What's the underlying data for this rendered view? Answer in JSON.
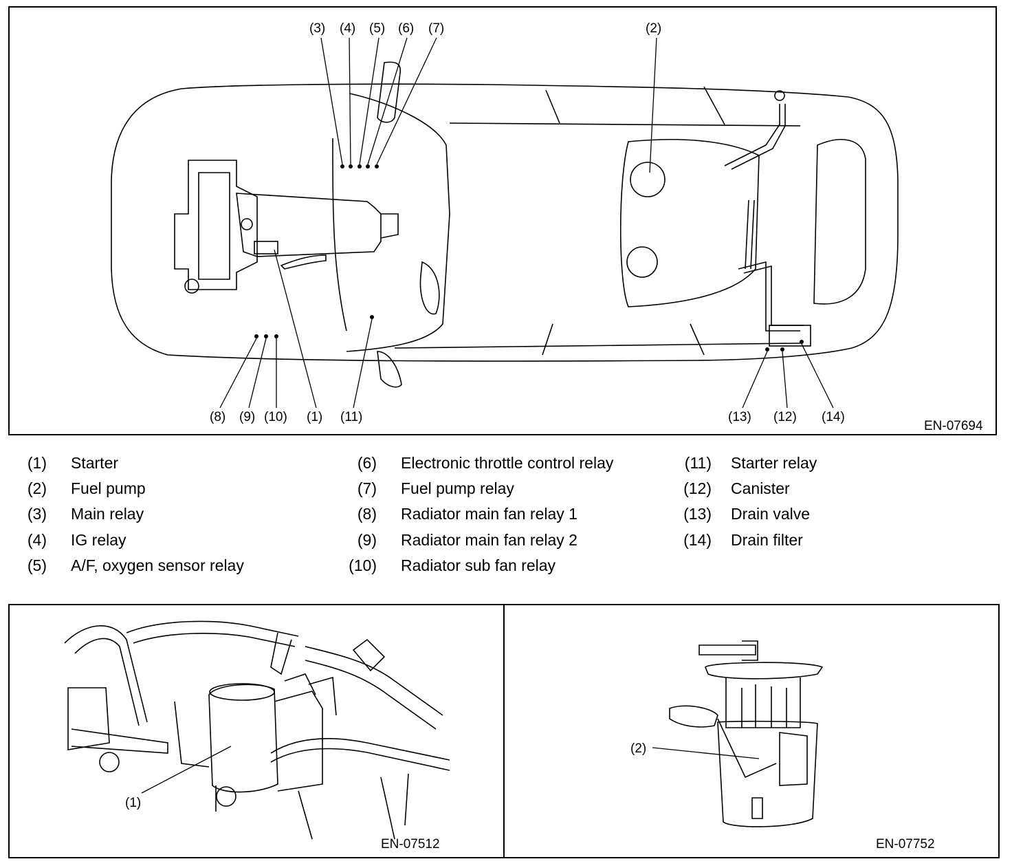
{
  "main_figure": {
    "figure_id": "EN-07694",
    "callouts_top_left": [
      "(3)",
      "(4)",
      "(5)",
      "(6)",
      "(7)"
    ],
    "callout_top_right": "(2)",
    "callouts_bottom_left": [
      "(8)",
      "(9)",
      "(10)",
      "(1)",
      "(11)"
    ],
    "callouts_bottom_right": [
      "(13)",
      "(12)",
      "(14)"
    ]
  },
  "legend": [
    {
      "num": "(1)",
      "label": "Starter"
    },
    {
      "num": "(2)",
      "label": "Fuel pump"
    },
    {
      "num": "(3)",
      "label": "Main relay"
    },
    {
      "num": "(4)",
      "label": "IG relay"
    },
    {
      "num": "(5)",
      "label": "A/F, oxygen sensor relay"
    },
    {
      "num": "(6)",
      "label": "Electronic throttle control relay"
    },
    {
      "num": "(7)",
      "label": "Fuel pump relay"
    },
    {
      "num": "(8)",
      "label": "Radiator main fan relay 1"
    },
    {
      "num": "(9)",
      "label": "Radiator main fan relay 2"
    },
    {
      "num": "(10)",
      "label": "Radiator sub fan relay"
    },
    {
      "num": "(11)",
      "label": "Starter relay"
    },
    {
      "num": "(12)",
      "label": "Canister"
    },
    {
      "num": "(13)",
      "label": "Drain valve"
    },
    {
      "num": "(14)",
      "label": "Drain filter"
    }
  ],
  "starter_figure": {
    "figure_id": "EN-07512",
    "callout": "(1)"
  },
  "pump_figure": {
    "figure_id": "EN-07752",
    "callout": "(2)"
  }
}
